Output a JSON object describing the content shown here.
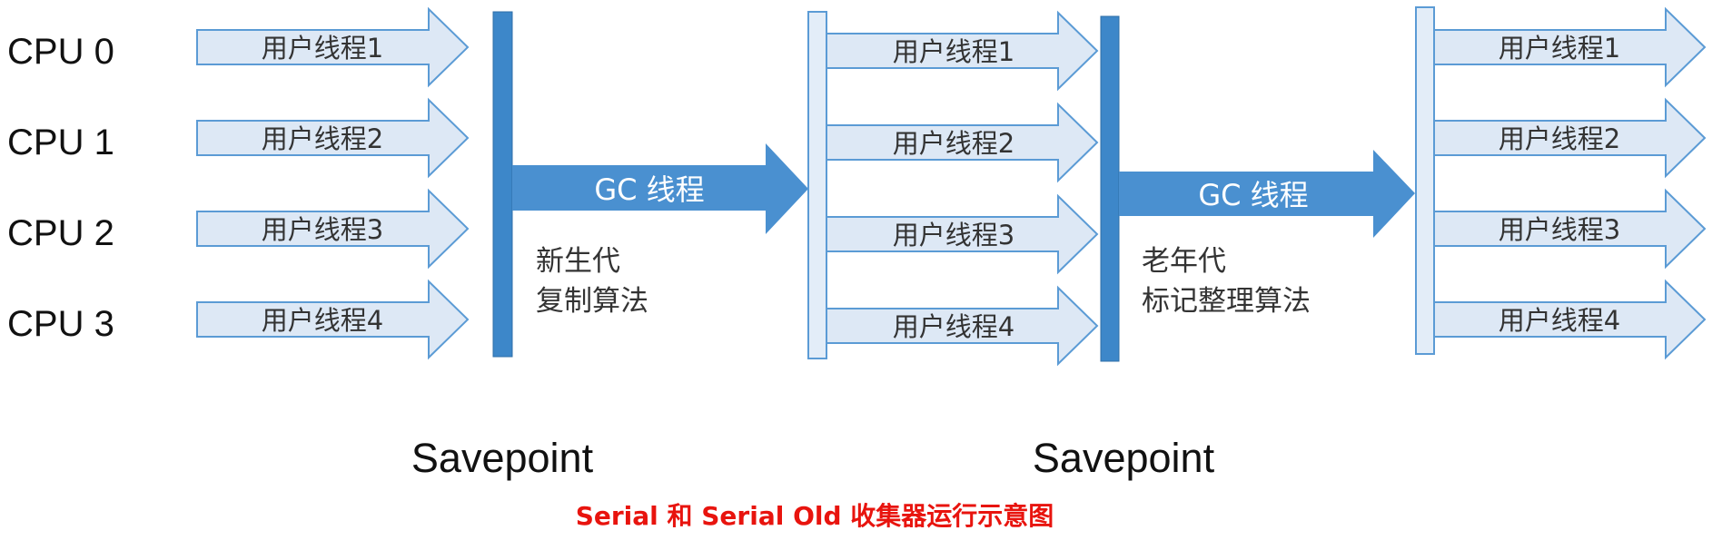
{
  "cpu_labels": [
    "CPU 0",
    "CPU 1",
    "CPU 2",
    "CPU 3"
  ],
  "thread_labels": [
    "用户线程1",
    "用户线程2",
    "用户线程3",
    "用户线程4"
  ],
  "gc_label": "GC 线程",
  "young_gen": {
    "line1": "新生代",
    "line2": "复制算法"
  },
  "old_gen": {
    "line1": "老年代",
    "line2": "标记整理算法"
  },
  "savepoint_label": "Savepoint",
  "caption": "Serial 和 Serial Old 收集器运行示意图",
  "colors": {
    "thread_fill": "#dde8f5",
    "thread_stroke": "#5b9bd5",
    "barrier_dark": "#3d87c9",
    "barrier_light": "#e3edf8",
    "gc_arrow": "#4a90d0",
    "caption": "#e8140e"
  }
}
